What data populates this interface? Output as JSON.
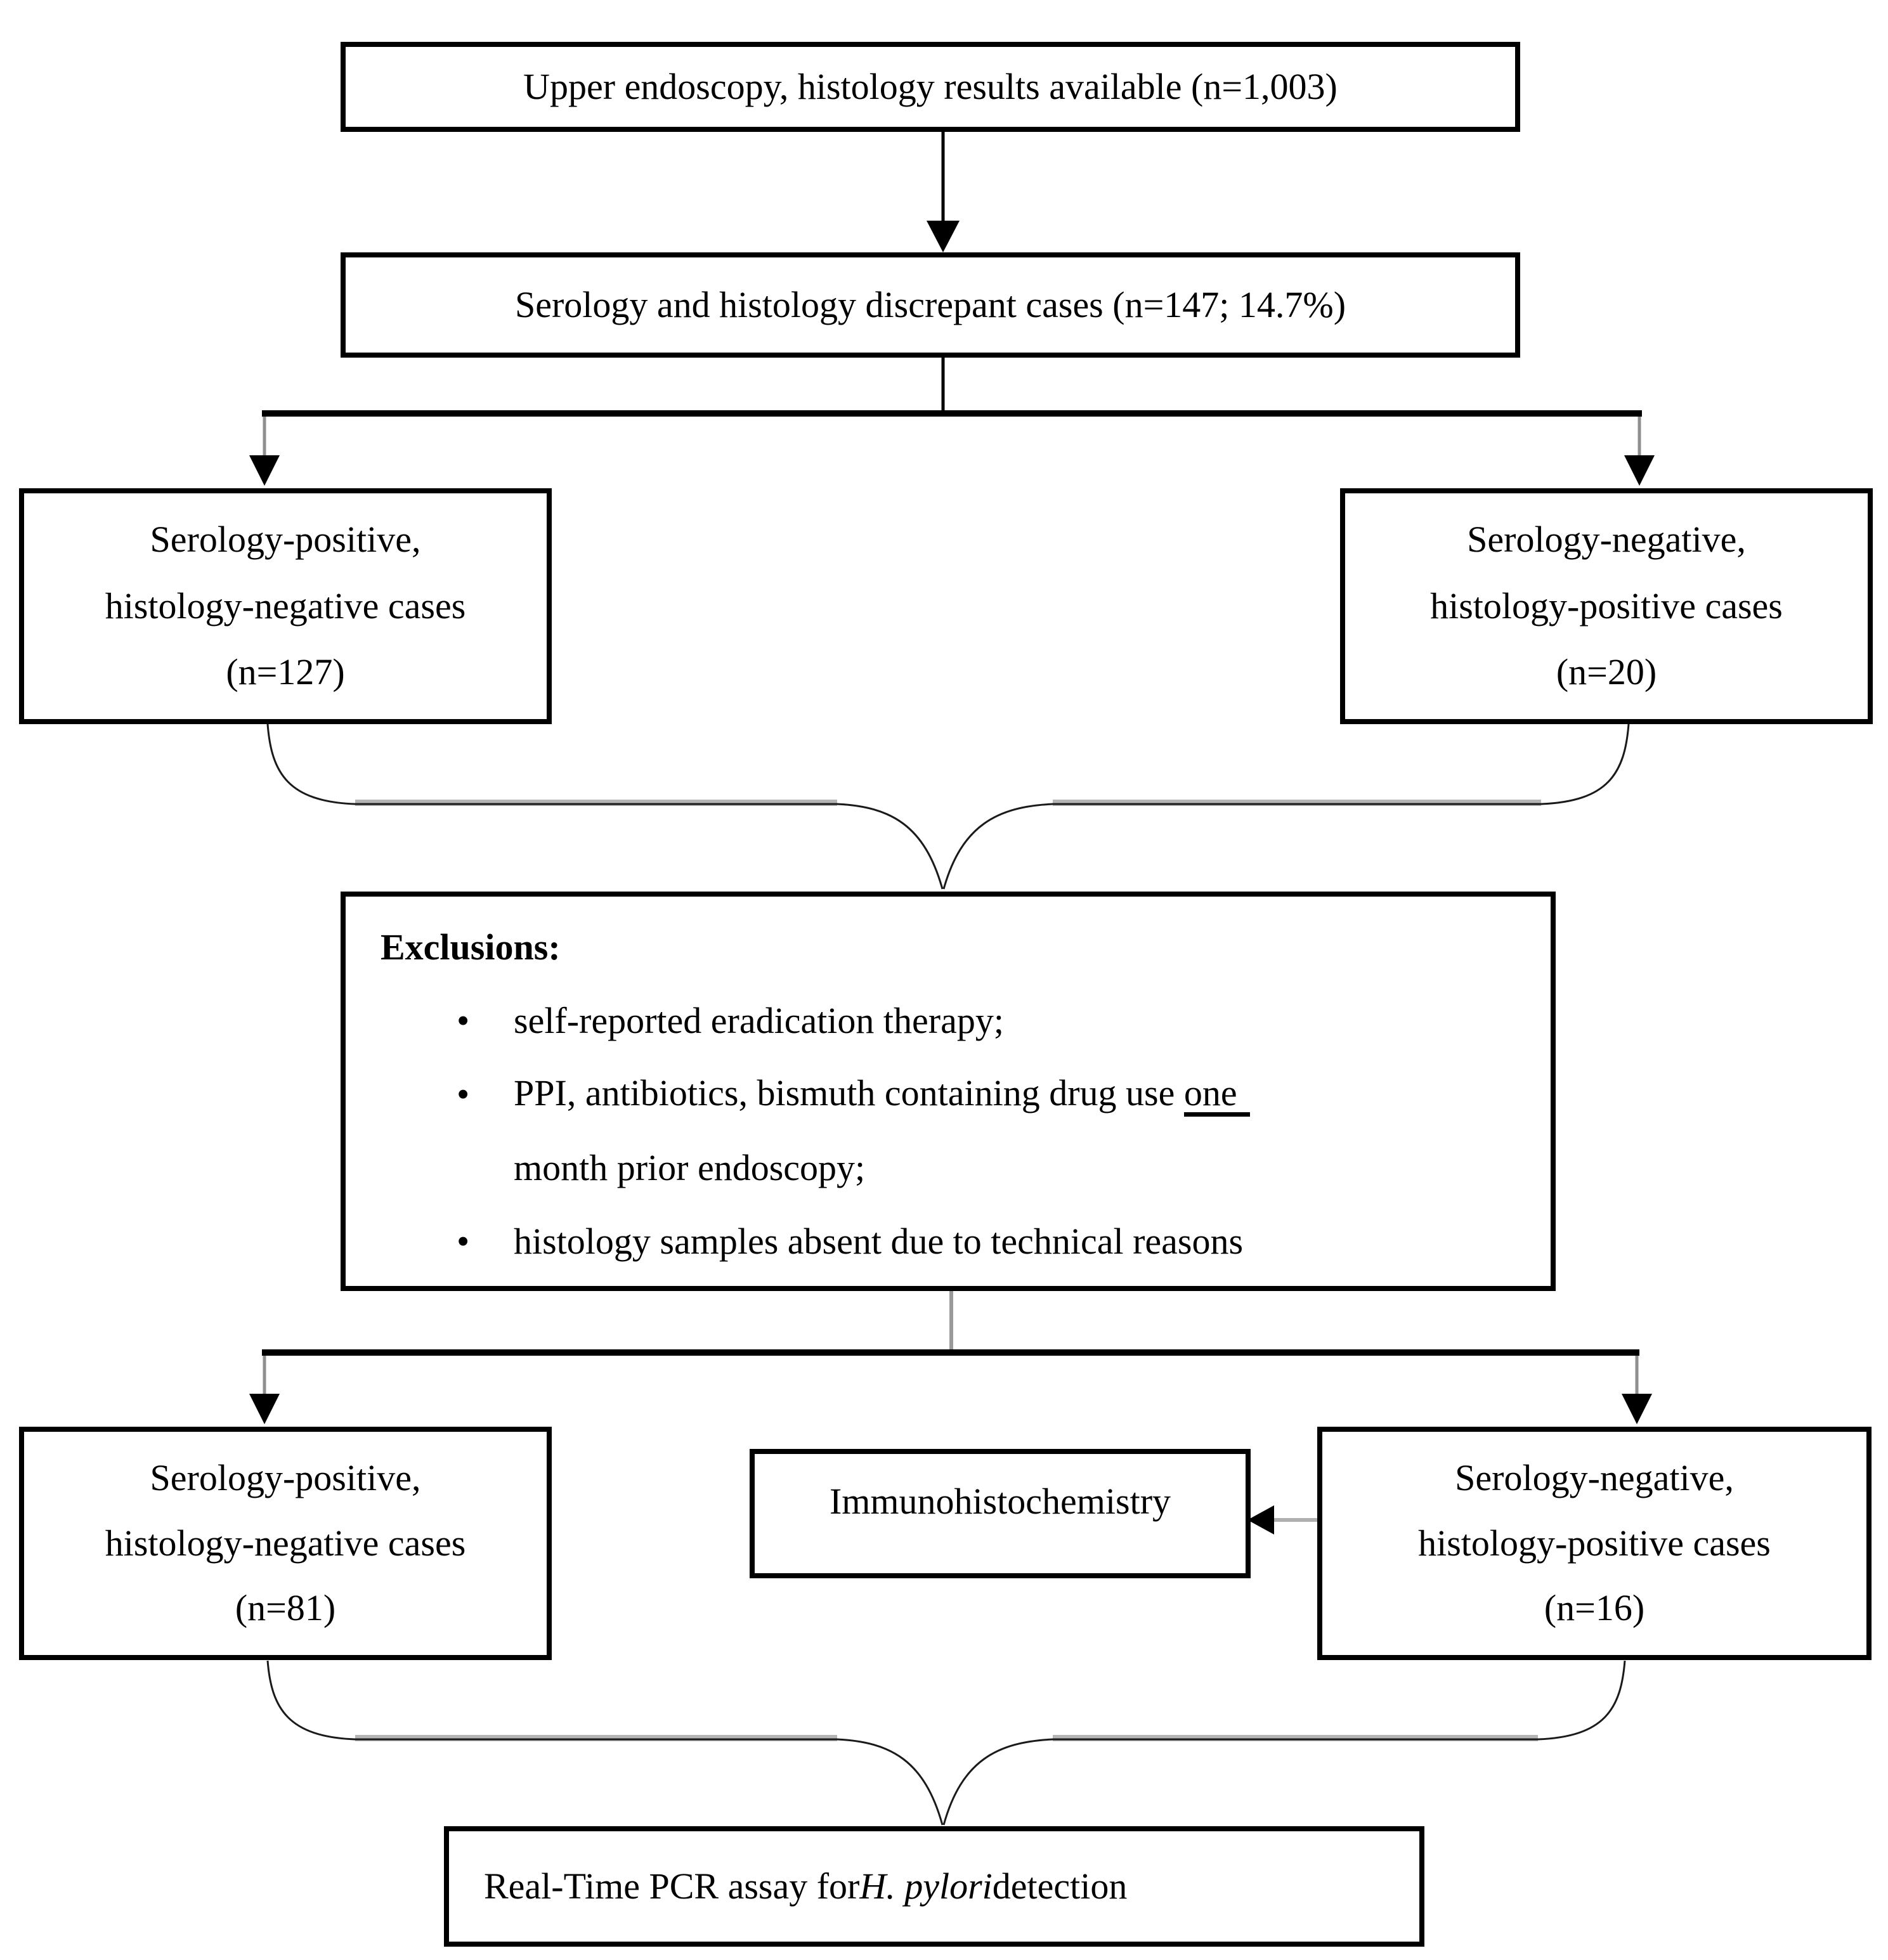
{
  "diagram": {
    "nodes": {
      "top": {
        "text": "Upper endoscopy, histology results available (n=1,003)"
      },
      "discrepant": {
        "text": "Serology and histology discrepant cases (n=147; 14.7%)"
      },
      "sero_pos_127": {
        "line1": "Serology-positive,",
        "line2": "histology-negative cases",
        "line3": "(n=127)"
      },
      "sero_neg_20": {
        "line1": "Serology-negative,",
        "line2": "histology-positive cases",
        "line3": "(n=20)"
      },
      "exclusions": {
        "title": "Exclusions:",
        "bullet_glyph": "•",
        "bullet1": "self-reported eradication therapy;",
        "bullet2_pre": "PPI, antibiotics, bismuth containing drug use ",
        "bullet2_underlined": "one",
        "bullet2_line2": "month prior endoscopy;",
        "bullet3": "histology samples absent due to technical reasons"
      },
      "sero_pos_81": {
        "line1": "Serology-positive,",
        "line2": "histology-negative cases",
        "line3": "(n=81)"
      },
      "ihc": {
        "text": "Immunohistochemistry"
      },
      "sero_neg_16": {
        "line1": "Serology-negative,",
        "line2": "histology-positive cases",
        "line3": "(n=16)"
      },
      "pcr": {
        "pre": "Real-Time PCR assay for ",
        "italic": "H. pylori",
        "post": " detection"
      }
    },
    "colors": {
      "line": "#000000",
      "gray_drop": "#8f8f8f",
      "gray_stub": "#9a9a9a",
      "brace_band": "#b5b5b5",
      "background": "#ffffff",
      "text": "#000000"
    }
  }
}
